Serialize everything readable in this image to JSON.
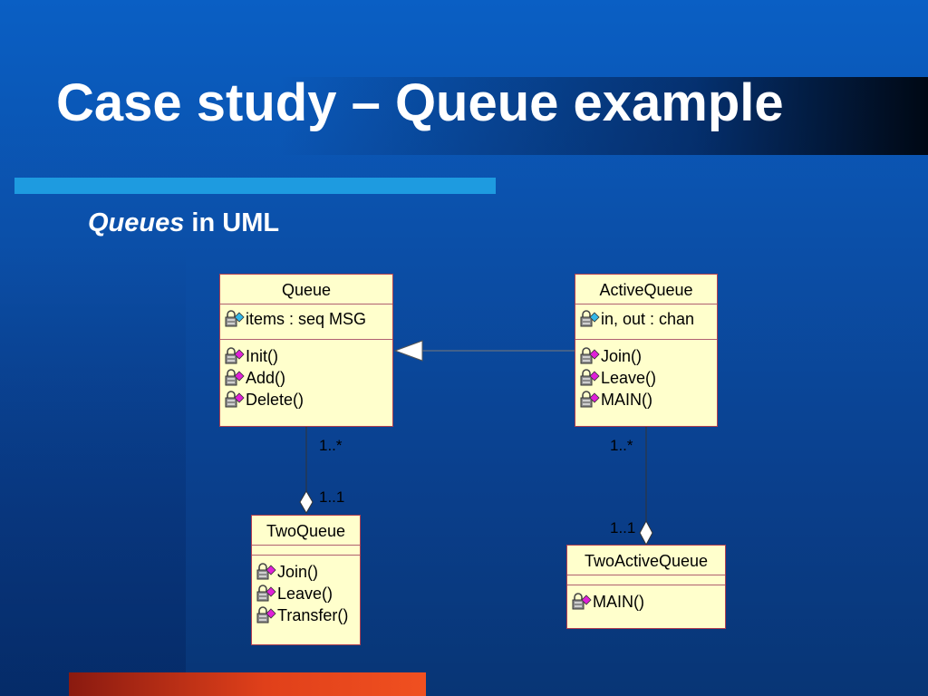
{
  "slide": {
    "title": "Case study – Queue example",
    "subtitle_italic": "Queues",
    "subtitle_rest": " in UML"
  },
  "diagram": {
    "classes": {
      "queue": {
        "name": "Queue",
        "attributes": [
          "items : seq MSG"
        ],
        "operations": [
          "Init()",
          "Add()",
          "Delete()"
        ]
      },
      "active_queue": {
        "name": "ActiveQueue",
        "attributes": [
          "in, out : chan"
        ],
        "operations": [
          "Join()",
          "Leave()",
          "MAIN()"
        ]
      },
      "two_queue": {
        "name": "TwoQueue",
        "attributes": [],
        "operations": [
          "Join()",
          "Leave()",
          "Transfer()"
        ]
      },
      "two_active_queue": {
        "name": "TwoActiveQueue",
        "attributes": [],
        "operations": [
          "MAIN()"
        ]
      }
    },
    "relations": {
      "queue_two_queue": {
        "mult_top": "1..*",
        "mult_bottom": "1..1"
      },
      "active_two_active": {
        "mult_top": "1..*",
        "mult_bottom": "1..1"
      }
    }
  },
  "colors": {
    "class_fill": "#ffffcc",
    "class_border": "#b04050",
    "accent_rule": "#1e9be0",
    "bottom_bar": "#e0401a"
  }
}
